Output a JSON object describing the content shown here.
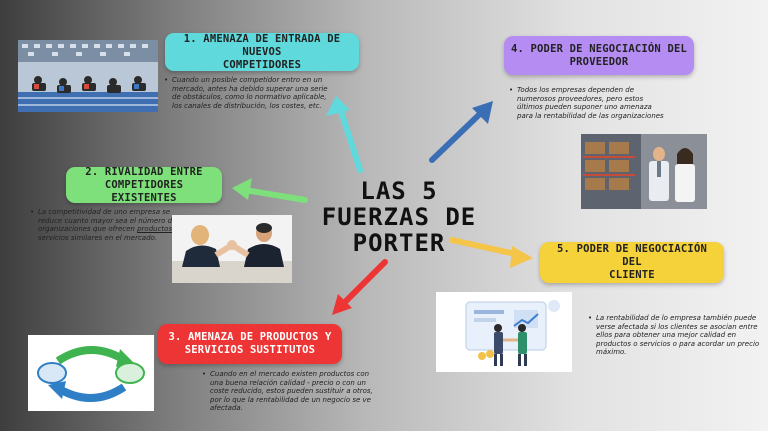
{
  "title": {
    "line1": "LAS 5",
    "line2": "FUERZAS DE",
    "line3": "PORTER"
  },
  "forces": {
    "f1": {
      "label_line1": "1. AMENAZA DE ENTRADA DE NUEVOS",
      "label_line2": "COMPETIDORES",
      "desc": "Cuando un posible competidor entro en un mercado, antes ha debido superar una serie de obstáculos, como lo normativo aplicable, los canales de distribución, los costes, etc.",
      "color": "#5fd9dc"
    },
    "f2": {
      "label_line1": "2. RIVALIDAD ENTRE",
      "label_line2": "COMPETIDORES EXISTENTES",
      "desc_part1": "La competitividad de uno empresa se reduce cuanto mayor sea el número de organizaciones que ofrecen ",
      "desc_underlined": "productos",
      "desc_part2": " y servicios similares en el mercado.",
      "color": "#7ee07a"
    },
    "f3": {
      "label_line1": "3. AMENAZA DE PRODUCTOS Y",
      "label_line2": "SERVICIOS SUSTITUTOS",
      "desc": "Cuando en el mercado existen productos con una buena relación calidad - precio o con un coste reducido, estos pueden sustituir a otros, por lo que la rentabilidad de un negocio se ve afectada.",
      "color": "#ee3535"
    },
    "f4": {
      "label_line1": "4. PODER DE NEGOCIACIÓN DEL",
      "label_line2": "PROVEEDOR",
      "desc": "Todos los empresas dependen de numerosos proveedores, pero estos últimos pueden suponer uno amenaza para la rentabilidad de las organizaciones",
      "color": "#b58cf2"
    },
    "f5": {
      "label_line1": "5. PODER DE NEGOCIACIÓN DEL",
      "label_line2": "CLIENTE",
      "desc": "La rentabilidad de lo empresa también puede verse afectada si los clientes se asocian entre ellos para obtener una mejor calidad en productos o servicios o para acordar un precio máximo.",
      "color": "#f5d13a"
    }
  },
  "arrow_colors": {
    "up": "#5fd9dc",
    "left": "#7ee07a",
    "down_left": "#ee3535",
    "up_right": "#3b6fb5",
    "right": "#f5c54a"
  }
}
